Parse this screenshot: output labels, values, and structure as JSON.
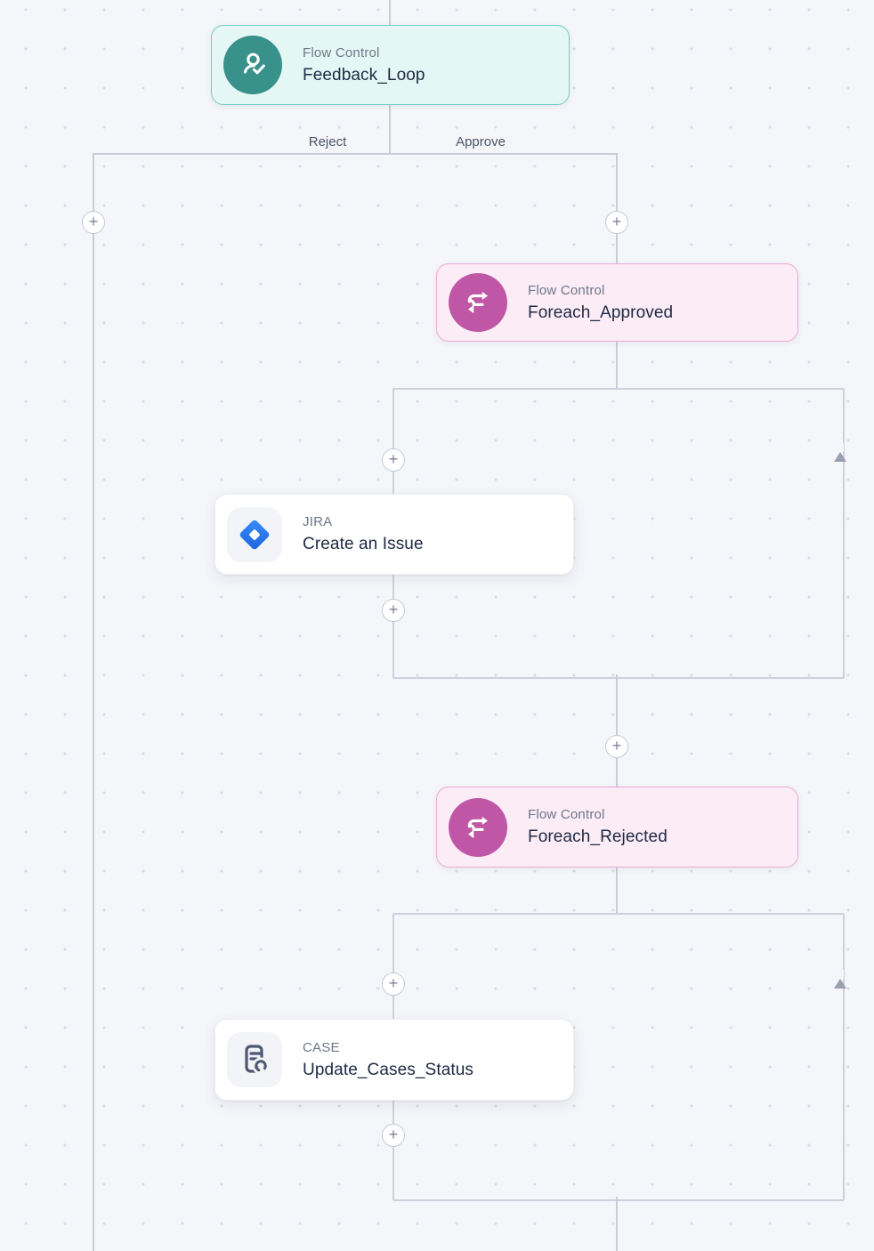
{
  "canvas": {
    "background_color": "#f5f6fa",
    "dot_color": "#d9dce4",
    "connector_color": "#c9cdd7"
  },
  "branches": {
    "reject_label": "Reject",
    "approve_label": "Approve"
  },
  "nodes": {
    "feedback_loop": {
      "category": "Flow Control",
      "title": "Feedback_Loop",
      "icon": "user-check-icon",
      "accent_color": "#39918b",
      "bg_color": "#e4f7f4",
      "border_color": "#74ccc3"
    },
    "foreach_approved": {
      "category": "Flow Control",
      "title": "Foreach_Approved",
      "icon": "loop-icon",
      "accent_color": "#bf57a6",
      "bg_color": "#fbecf5",
      "border_color": "#e9abd4"
    },
    "create_issue": {
      "category": "JIRA",
      "title": "Create an Issue",
      "icon": "jira-icon",
      "icon_color": "#2f7df6"
    },
    "foreach_rejected": {
      "category": "Flow Control",
      "title": "Foreach_Rejected",
      "icon": "loop-icon",
      "accent_color": "#bf57a6",
      "bg_color": "#fbecf5",
      "border_color": "#e9abd4"
    },
    "update_cases_status": {
      "category": "CASE",
      "title": "Update_Cases_Status",
      "icon": "document-sync-icon",
      "icon_color": "#4e5872"
    }
  },
  "controls": {
    "add_step_label": "+",
    "loopback_arrow_icon": "arrow-up-icon",
    "arrow_color": "#9aa0ae"
  }
}
